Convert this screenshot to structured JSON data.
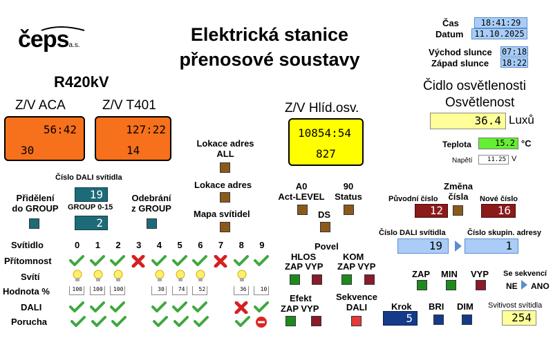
{
  "logo": {
    "main": "čeps",
    "suffix": "a.s."
  },
  "title": {
    "line1": "Elektrická stanice",
    "line2": "přenosové soustavy"
  },
  "time": {
    "cas_label": "Čas",
    "cas_value": "18:41:29",
    "datum_label": "Datum",
    "datum_value": "11.10.2025",
    "vychod_label": "Východ slunce",
    "vychod_value": "07:18",
    "zapad_label": "Západ slunce",
    "zapad_value": "18:22"
  },
  "station": "R420kV",
  "zv_aca": {
    "label": "Z/V ACA",
    "time": "56:42",
    "count": "30"
  },
  "zv_t401": {
    "label": "Z/V T401",
    "time": "127:22",
    "count": "14"
  },
  "zv_hlid": {
    "label": "Z/V Hlíd.osv.",
    "time": "10854:54",
    "count": "827"
  },
  "light_sensor": {
    "title1": "Čidlo osvětlenosti",
    "title2": "Osvětlenost",
    "value": "36.4",
    "unit": "Luxů",
    "teplota_label": "Teplota",
    "teplota_value": "15.2",
    "teplota_unit": "°C",
    "napeti_label": "Napětí",
    "napeti_value": "11.25",
    "napeti_unit": "V"
  },
  "lokace": {
    "all_label1": "Lokace adres",
    "all_label2": "ALL",
    "adres_label": "Lokace adres",
    "mapa_label": "Mapa svítidel"
  },
  "group": {
    "cislo_label": "Číslo DALI svítidla",
    "cislo_value": "19",
    "prideleni1": "Přidělení",
    "prideleni2": "do GROUP",
    "group_label": "GROUP 0-15",
    "group_value": "2",
    "odebrani1": "Odebrání",
    "odebrani2": "z GROUP"
  },
  "a0": {
    "a0_label1": "A0",
    "a0_label2": "Act-LEVEL",
    "s90_label1": "90",
    "s90_label2": "Status",
    "ds_label": "DS"
  },
  "zmena": {
    "title1": "Změna",
    "title2": "čísla",
    "puvodni_label": "Původní číslo",
    "puvodni_value": "12",
    "nove_label": "Nové číslo",
    "nove_value": "16"
  },
  "dali_addr": {
    "cislo_label": "Číslo DALI svítidla",
    "cislo_value": "19",
    "skupin_label": "Číslo skupin. adresy",
    "skupin_value": "1"
  },
  "povel": {
    "title": "Povel",
    "hlos": "HLOS",
    "kom": "KOM",
    "zap": "ZAP",
    "vyp": "VYP",
    "efekt": "Efekt",
    "sekvence1": "Sekvence",
    "sekvence2": "DALI"
  },
  "controls": {
    "zap": "ZAP",
    "min": "MIN",
    "vyp": "VYP",
    "se_sekvenci": "Se sekvencí",
    "ne": "NE",
    "ano": "ANO",
    "krok_label": "Krok",
    "krok_value": "5",
    "bri": "BRI",
    "dim": "DIM",
    "svitivost_label": "Svitivost svítidla",
    "svitivost_value": "254"
  },
  "table": {
    "row_labels": [
      "Svítidlo",
      "Přítomnost",
      "Svítí",
      "Hodnota %",
      "DALI",
      "Porucha"
    ],
    "columns": [
      "0",
      "1",
      "2",
      "3",
      "4",
      "5",
      "6",
      "7",
      "8",
      "9"
    ],
    "pritomnost": [
      "ok",
      "ok",
      "ok",
      "err",
      "ok",
      "ok",
      "ok",
      "err",
      "ok",
      "ok"
    ],
    "sviti": [
      true,
      true,
      true,
      false,
      true,
      true,
      true,
      false,
      true,
      false
    ],
    "hodnota": [
      "100",
      "100",
      "100",
      "",
      "30",
      "74",
      "52",
      "",
      "36",
      "10"
    ],
    "dali": [
      "ok",
      "ok",
      "ok",
      "",
      "ok",
      "ok",
      "ok",
      "",
      "err",
      "ok"
    ],
    "porucha": [
      "ok",
      "ok",
      "ok",
      "",
      "ok",
      "ok",
      "ok",
      "",
      "ok",
      "stop"
    ]
  },
  "colors": {
    "orange": "#f7701b",
    "yellow": "#ffff00",
    "blue_field": "#a9cdf6",
    "teal": "#1d6b78",
    "dark_red": "#8b1a1a",
    "navy": "#163a8a"
  }
}
